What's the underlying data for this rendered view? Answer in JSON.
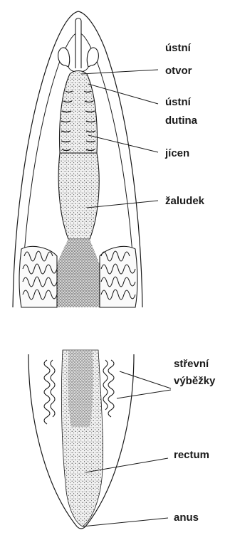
{
  "labels": {
    "mouth_opening": [
      "ústní",
      "otvor"
    ],
    "mouth_cavity": [
      "ústní",
      "dutina"
    ],
    "pharynx": "jícen",
    "stomach": "žaludek",
    "intestinal_lobes": [
      "střevní",
      "výběžky"
    ],
    "rectum": "rectum",
    "anus": "anus"
  },
  "colors": {
    "ink": "#1a1a1a",
    "stipple": "#5a5a5a",
    "background": "#ffffff"
  }
}
